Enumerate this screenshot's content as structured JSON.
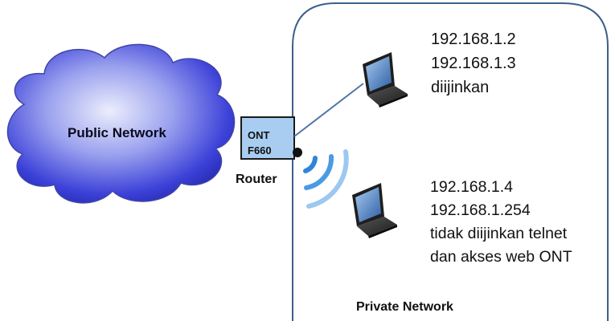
{
  "public_network": {
    "label": "Public Network"
  },
  "router": {
    "line1": "ONT",
    "line2": "F660",
    "label": "Router"
  },
  "private_network": {
    "label": "Private Network"
  },
  "host_group_allowed": {
    "lines": [
      "192.168.1.2",
      "192.168.1.3",
      "diijinkan"
    ]
  },
  "host_group_restricted": {
    "lines": [
      "192.168.1.4",
      "192.168.1.254",
      "tidak diijinkan telnet",
      "dan akses web ONT"
    ]
  },
  "colors": {
    "cloud": "#3b3fd6",
    "router_box": "#a9cdf0",
    "wifi": "#2f86d9",
    "region_border": "#3d5f8a",
    "link_line": "#4f77a6"
  },
  "icons": [
    "cloud-icon",
    "laptop-icon",
    "wifi-signal-icon"
  ]
}
